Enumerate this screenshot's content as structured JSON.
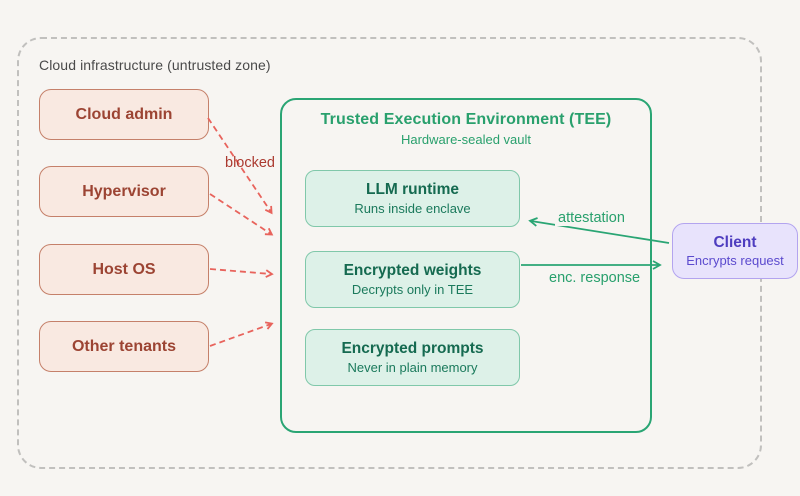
{
  "zone": {
    "label": "Cloud infrastructure (untrusted zone)"
  },
  "threats": [
    {
      "label": "Cloud admin"
    },
    {
      "label": "Hypervisor"
    },
    {
      "label": "Host OS"
    },
    {
      "label": "Other tenants"
    }
  ],
  "tee": {
    "title": "Trusted Execution Environment (TEE)",
    "subtitle": "Hardware-sealed vault",
    "components": [
      {
        "title": "LLM runtime",
        "subtitle": "Runs inside enclave"
      },
      {
        "title": "Encrypted weights",
        "subtitle": "Decrypts only in TEE"
      },
      {
        "title": "Encrypted prompts",
        "subtitle": "Never in plain memory"
      }
    ]
  },
  "client": {
    "title": "Client",
    "subtitle": "Encrypts request"
  },
  "arrow_labels": {
    "blocked": "blocked",
    "attestation": "attestation",
    "enc_response": "enc. response"
  },
  "colors": {
    "background": "#f7f5f2",
    "zone_border": "#c1c0be",
    "zone_label_text": "#4a4a4a",
    "threat_fill": "#f9e9e1",
    "threat_border": "#c5806a",
    "threat_text": "#9c4433",
    "blocked_text": "#ab3a30",
    "red_arrow": "#e8635c",
    "tee_border": "#2aa574",
    "tee_title_text": "#29a06d",
    "component_fill": "#ddf1e8",
    "component_border": "#80c8aa",
    "component_title_text": "#156a50",
    "component_subtitle_text": "#1b7a5c",
    "green_arrow": "#2aa574",
    "green_label_text": "#29a06d",
    "client_fill": "#e8e3fc",
    "client_border": "#b3a4ef",
    "client_title_text": "#4e3dbf",
    "client_subtitle_text": "#5b4ace"
  }
}
